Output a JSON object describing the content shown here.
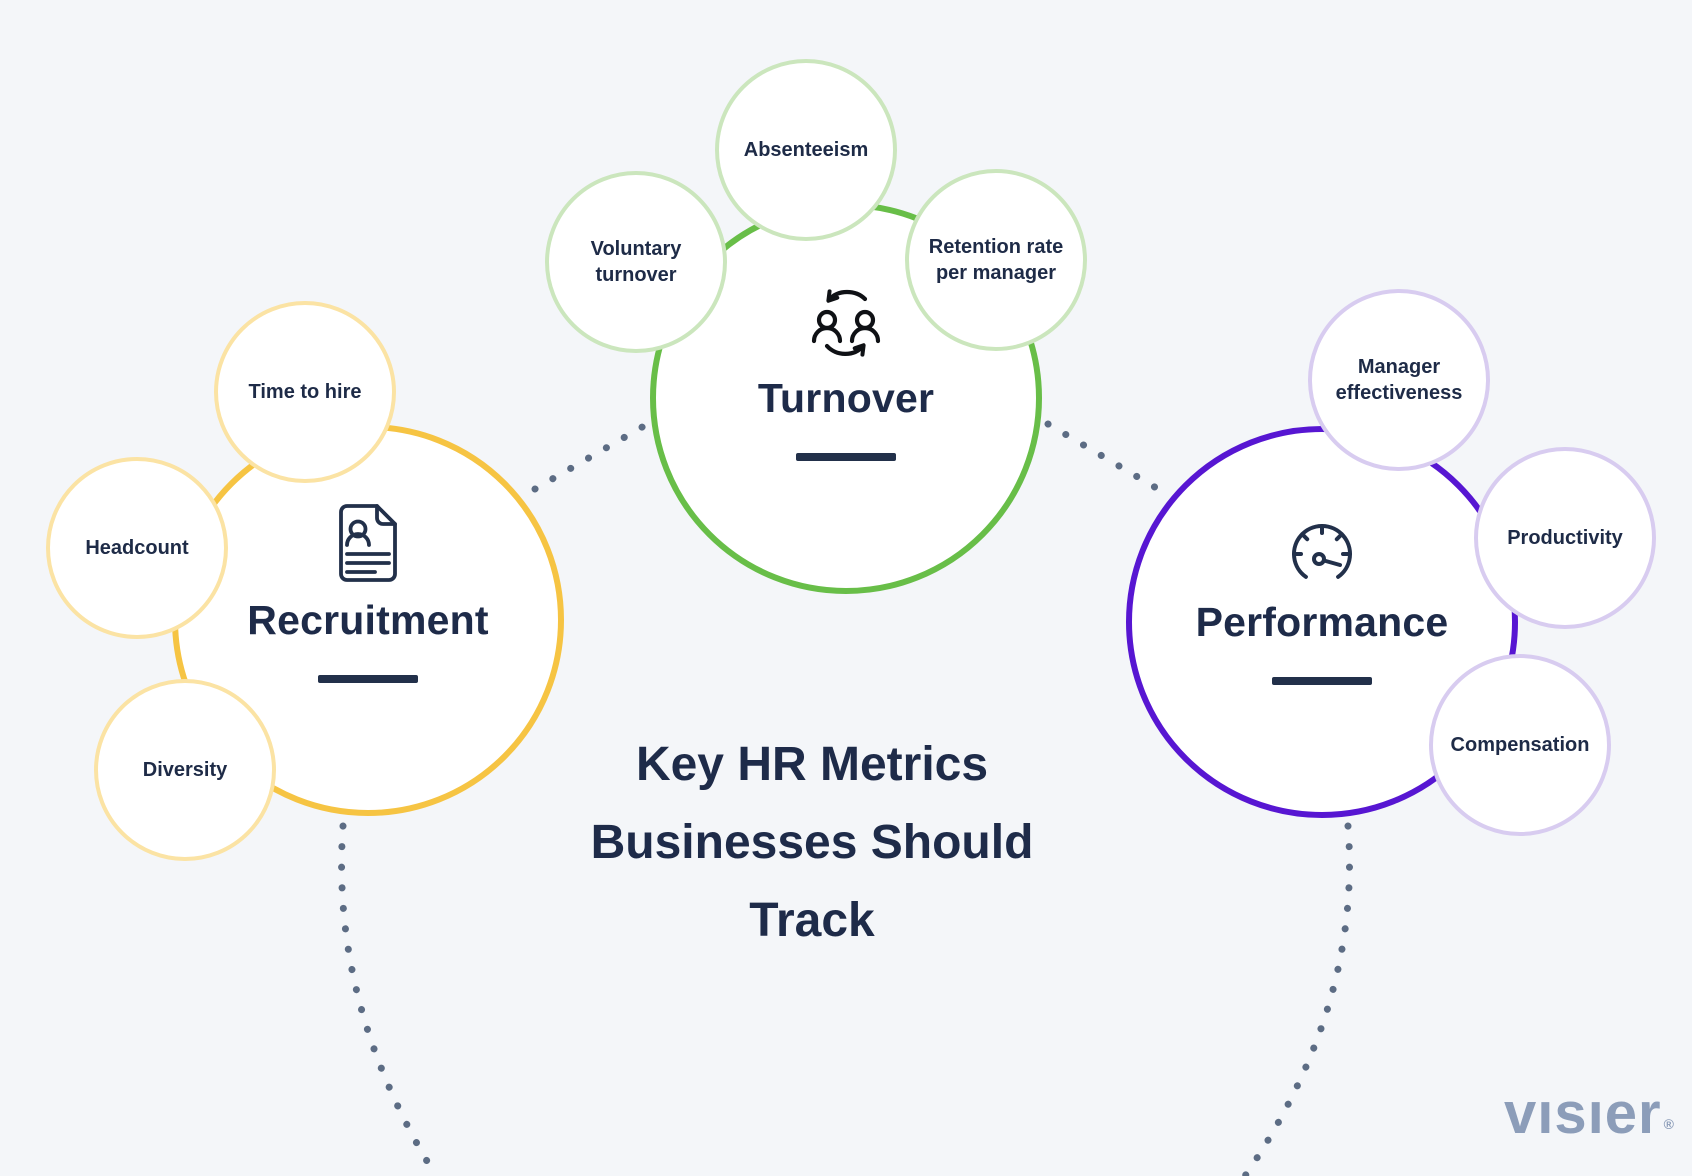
{
  "title": {
    "full": "Key HR Metrics Businesses Should Track",
    "lines": [
      "Key HR Metrics",
      "Businesses Should",
      "Track"
    ]
  },
  "clusters": {
    "recruitment": {
      "label": "Recruitment",
      "icon": "resume-document-icon",
      "ring_color": "#F6C443",
      "satellite_ring_color": "#FBE3A4",
      "satellites": [
        "Time to hire",
        "Headcount",
        "Diversity"
      ]
    },
    "turnover": {
      "label": "Turnover",
      "icon": "employee-swap-icon",
      "ring_color": "#68BE48",
      "satellite_ring_color": "#CBE6BD",
      "satellites": [
        "Voluntary turnover",
        "Absenteeism",
        "Retention rate per manager"
      ]
    },
    "performance": {
      "label": "Performance",
      "icon": "speedometer-icon",
      "ring_color": "#5716D2",
      "satellite_ring_color": "#D8CCF0",
      "satellites": [
        "Manager effectiveness",
        "Productivity",
        "Compensation"
      ]
    }
  },
  "brand": {
    "logo_text": "visier",
    "logo_display": "vısıer",
    "registered_mark": "®",
    "logo_color": "#8C9DB9"
  },
  "style": {
    "background_color": "#F4F6F9",
    "heading_color": "#1E2B49",
    "underline_color": "#22304A",
    "connector_dot_color": "#5C6C84"
  }
}
